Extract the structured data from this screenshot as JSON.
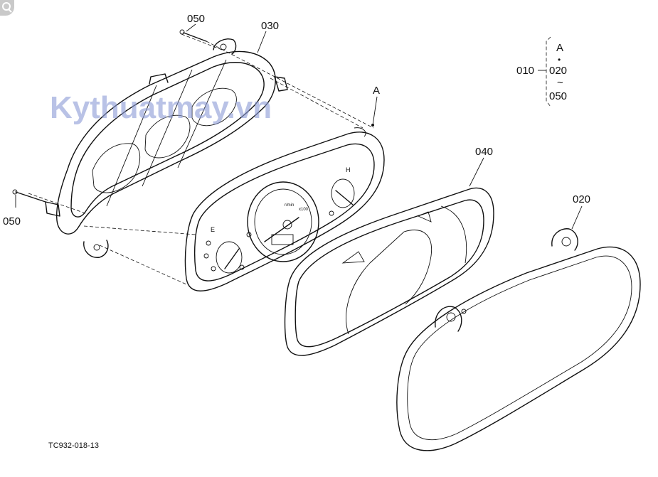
{
  "labels": {
    "screw_top": "050",
    "case_back": "030",
    "assembly": "A",
    "bezel": "040",
    "cover": "020",
    "screw_left": "050"
  },
  "legend": {
    "parent": "010",
    "item_a": "A",
    "dot": "•",
    "item_b": "020",
    "range": "~",
    "item_c": "050"
  },
  "gauge": {
    "fuel_letter": "E",
    "temp_letter": "H",
    "unit": "r/min",
    "scale": "x100"
  },
  "watermark": "Kythuatmay.vn",
  "figure_code": "TC932-018-13"
}
